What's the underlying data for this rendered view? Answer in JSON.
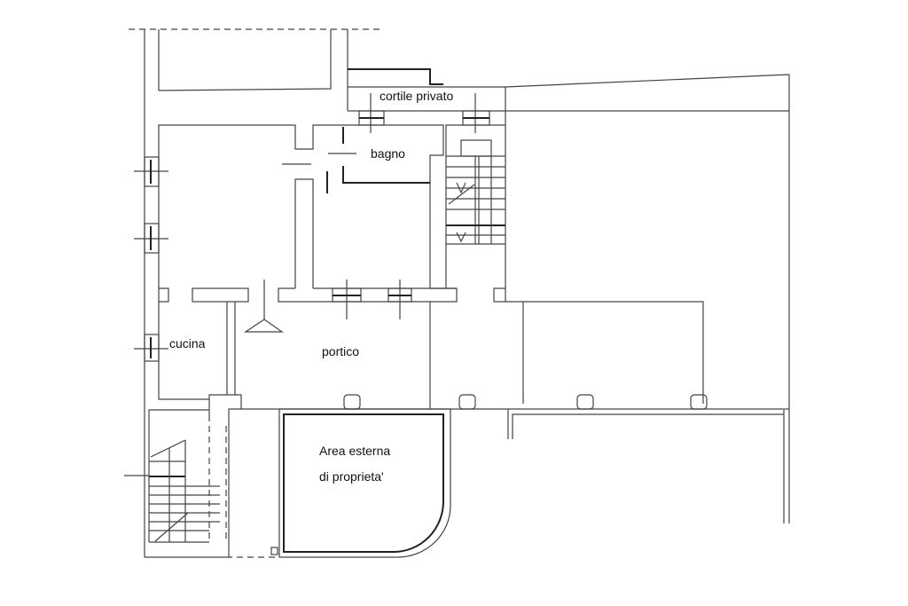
{
  "rooms": {
    "cortile": "cortile privato",
    "bagno": "bagno",
    "cucina": "cucina",
    "portico": "portico",
    "area_line1": "Area esterna",
    "area_line2": "di proprieta'"
  }
}
